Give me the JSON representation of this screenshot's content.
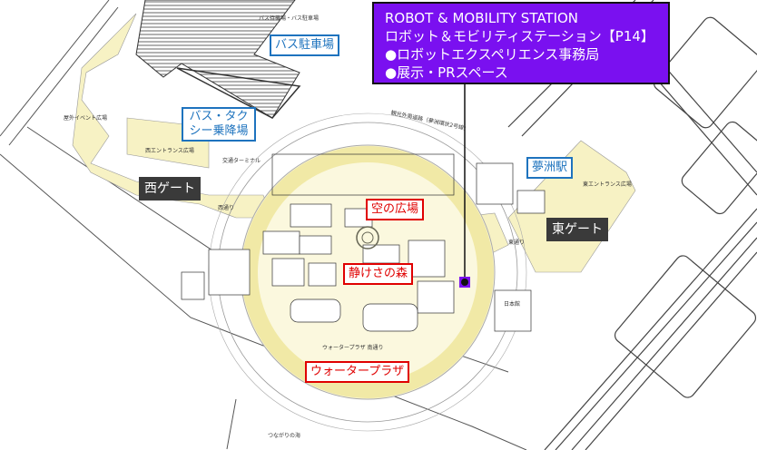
{
  "callout": {
    "title_en": "ROBOT & MOBILITY STATION",
    "title_ja": "ロボット＆モビリティステーション【P14】",
    "items": [
      "●ロボットエクスペリエンス事務局",
      "●展示・PRスペース"
    ],
    "color": "#7a10f0"
  },
  "labels": {
    "bus_parking": "バス駐車場",
    "bus_taxi": "バス・タクシー乗降場",
    "west_gate": "西ゲート",
    "east_gate": "東ゲート",
    "yumeshima_station": "夢洲駅",
    "sky_plaza": "空の広場",
    "forest": "静けさの森",
    "water_plaza": "ウォータープラザ"
  },
  "small_labels": {
    "bus_waiting": "バス待機場・バス駐車場",
    "west_entrance": "西エントランス広場",
    "east_entrance": "東エントランス広場",
    "transport_terminal": "交通ターミナル",
    "outdoor_event": "屋外イベント広場",
    "road": "観光外周道路（夢洲環状2号線）",
    "west_street": "西通り",
    "east_street": "東通り",
    "japan_pavilion": "日本館",
    "tsunagari": "つながりの海",
    "water_plaza_street": "ウォータープラザ 南通り"
  },
  "colors": {
    "plaza": "#f7f2c4",
    "ring": "#f3ecb0",
    "blue": "#1e73be",
    "red": "#e00000"
  }
}
